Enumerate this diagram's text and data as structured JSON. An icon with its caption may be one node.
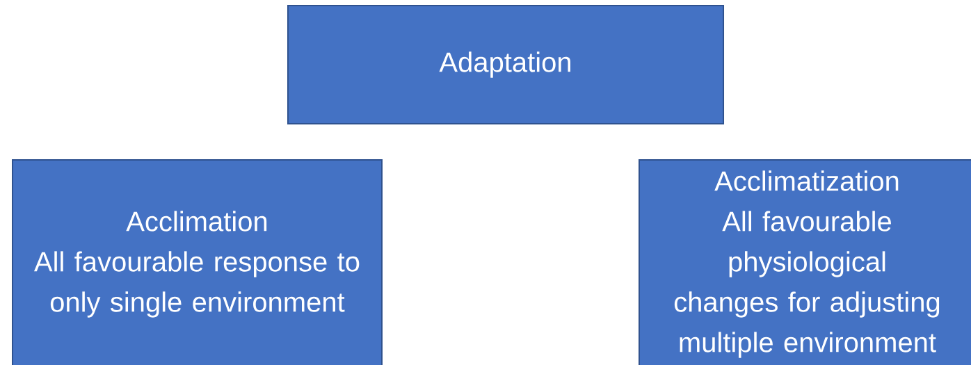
{
  "diagram": {
    "nodes": [
      {
        "text": [
          "Adaptation"
        ]
      },
      {
        "text": [
          "Acclimation",
          "All favourable response to only single environment"
        ]
      },
      {
        "text": [
          "Acclimatization",
          "All favourable physiological changes for adjusting multiple environment"
        ]
      }
    ]
  }
}
